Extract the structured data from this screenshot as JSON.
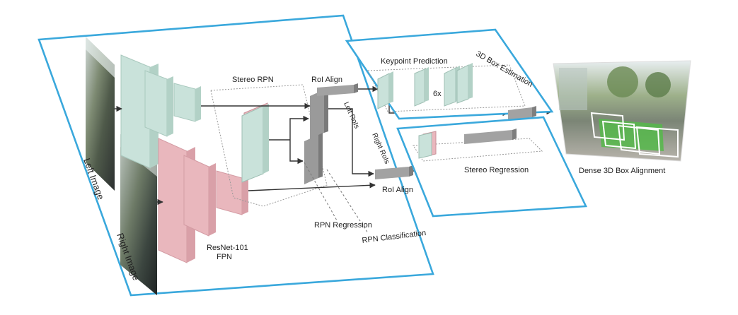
{
  "labels": {
    "left_image": "Left Image",
    "right_image": "Right Image",
    "stereo_rpn": "Stereo RPN",
    "roi_align_top": "RoI Align",
    "roi_align_bottom": "RoI Align",
    "left_rois": "Left RoIs",
    "right_rois": "Right RoIs",
    "keypoint_prediction": "Keypoint Prediction",
    "box_estimation": "3D Box Estimation",
    "six_x": "6x",
    "stereo_regression": "Stereo Regression",
    "dense_alignment": "Dense 3D Box Alignment",
    "backbone_line1": "ResNet-101",
    "backbone_line2": "FPN",
    "rpn_regression": "RPN Regression",
    "rpn_classification": "RPN Classification"
  },
  "colors": {
    "panel_border": "#3aa8dc",
    "feature_green": "#c9e2da",
    "feature_pink": "#e9b7bd",
    "roi_gray": "#9a9a9a",
    "arrow": "#333333"
  }
}
